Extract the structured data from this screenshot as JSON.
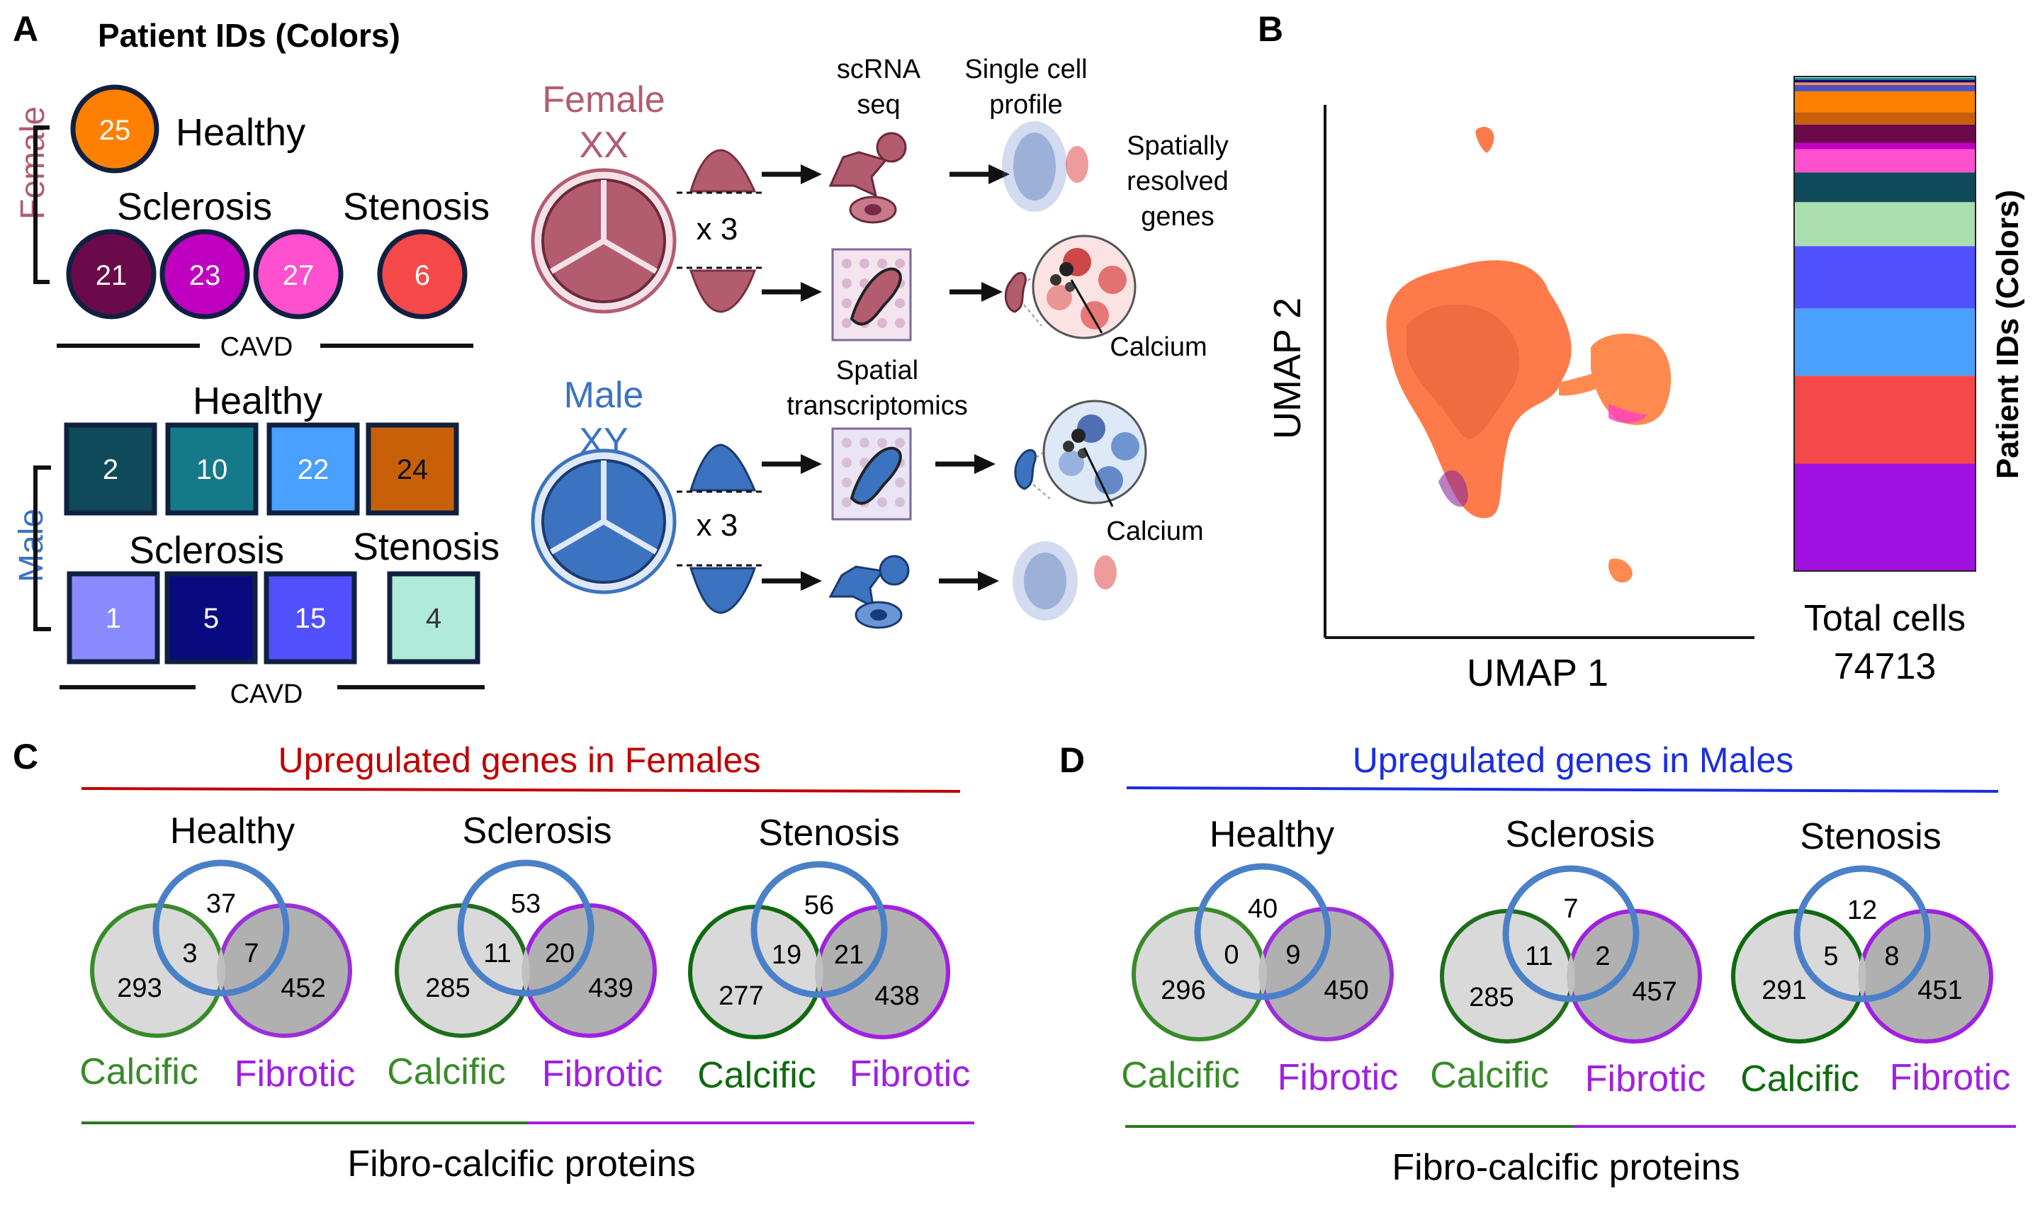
{
  "panels": {
    "a": "A",
    "b": "B",
    "c": "C",
    "d": "D"
  },
  "colors": {
    "female": "#b35c70",
    "male": "#3c73c0",
    "calcific": "#3a8a2a",
    "fibrotic": "#a020e0",
    "blue_circle": "#4a80c8",
    "female_title": "#c00000",
    "male_title": "#1a2ee0",
    "umap_orange": "#ff8040",
    "umap_purple": "#7020a0"
  },
  "panel_a": {
    "title": "Patient IDs (Colors)",
    "female_label": "Female",
    "male_label": "Male",
    "female": {
      "healthy_label": "Healthy",
      "sclerosis_label": "Sclerosis",
      "stenosis_label": "Stenosis",
      "cavd_label": "CAVD",
      "healthy": [
        {
          "id": "25",
          "color": "#ff8000"
        }
      ],
      "sclerosis": [
        {
          "id": "21",
          "color": "#6a0a4a"
        },
        {
          "id": "23",
          "color": "#c000c0"
        },
        {
          "id": "27",
          "color": "#ff50d0"
        }
      ],
      "stenosis": [
        {
          "id": "6",
          "color": "#f54848"
        }
      ]
    },
    "male": {
      "healthy_label": "Healthy",
      "sclerosis_label": "Sclerosis",
      "stenosis_label": "Stenosis",
      "cavd_label": "CAVD",
      "healthy": [
        {
          "id": "2",
          "color": "#0e4a5a"
        },
        {
          "id": "10",
          "color": "#147a8a"
        },
        {
          "id": "22",
          "color": "#4aa0ff"
        },
        {
          "id": "24",
          "color": "#c8600a"
        }
      ],
      "sclerosis": [
        {
          "id": "1",
          "color": "#8a8aff"
        },
        {
          "id": "5",
          "color": "#0a0a80"
        },
        {
          "id": "15",
          "color": "#5050ff"
        }
      ],
      "stenosis": [
        {
          "id": "4",
          "color": "#b0ead8"
        }
      ]
    },
    "workflow": {
      "female_line1": "Female",
      "female_line2": "XX",
      "male_line1": "Male",
      "male_line2": "XY",
      "times_female": "x 3",
      "times_male": "x 3",
      "scrna_line1": "scRNA",
      "scrna_line2": "seq",
      "single_cell_line1": "Single cell",
      "single_cell_line2": "profile",
      "spatial_line1": "Spatially",
      "spatial_line2": "resolved",
      "spatial_line3": "genes",
      "calcium_female": "Calcium",
      "calcium_male": "Calcium",
      "st_line1": "Spatial",
      "st_line2": "transcriptomics"
    }
  },
  "panel_b": {
    "xlabel": "UMAP 1",
    "ylabel": "UMAP 2",
    "legend_title": "Patient IDs (Colors)",
    "total_line1": "Total cells",
    "total_line2": "74713"
  },
  "chart_data": [
    {
      "type": "bar",
      "title": "",
      "ylabel": "Patient IDs (Colors)",
      "note": "stacked bar of cell proportions per patient (values estimated from segment heights, % of 74713 cells)",
      "total_cells": 74713,
      "segments": [
        {
          "color": "#a010e0",
          "value": 21.7
        },
        {
          "color": "#f54848",
          "value": 17.8
        },
        {
          "color": "#4aa0ff",
          "value": 13.6
        },
        {
          "color": "#5050ff",
          "value": 12.6
        },
        {
          "color": "#aadfb0",
          "value": 8.9
        },
        {
          "color": "#0e4a5a",
          "value": 6.0
        },
        {
          "color": "#ff50d0",
          "value": 4.7
        },
        {
          "color": "#c000c0",
          "value": 1.3
        },
        {
          "color": "#6a0a4a",
          "value": 3.7
        },
        {
          "color": "#c8600a",
          "value": 2.5
        },
        {
          "color": "#ff8000",
          "value": 4.2
        },
        {
          "color": "#5050c0",
          "value": 1.3
        },
        {
          "color": "#ff9040",
          "value": 0.5
        },
        {
          "color": "#0a0a80",
          "value": 0.5
        },
        {
          "color": "#147a8a",
          "value": 0.4
        },
        {
          "color": "#a0f0d0",
          "value": 0.3
        }
      ]
    }
  ],
  "panel_c": {
    "title": "Upregulated genes in Females",
    "footer": "Fibro-calcific proteins",
    "calcific_label": "Calcific",
    "fibrotic_label": "Fibrotic",
    "venns": [
      {
        "label": "Healthy",
        "top": "37",
        "left": "293",
        "mid_left": "3",
        "mid_right": "7",
        "right": "452"
      },
      {
        "label": "Sclerosis",
        "top": "53",
        "left": "285",
        "mid_left": "11",
        "mid_right": "20",
        "right": "439"
      },
      {
        "label": "Stenosis",
        "top": "56",
        "left": "277",
        "mid_left": "19",
        "mid_right": "21",
        "right": "438"
      }
    ]
  },
  "panel_d": {
    "title": "Upregulated genes in Males",
    "footer": "Fibro-calcific proteins",
    "calcific_label": "Calcific",
    "fibrotic_label": "Fibrotic",
    "venns": [
      {
        "label": "Healthy",
        "top": "40",
        "left": "296",
        "mid_left": "0",
        "mid_right": "9",
        "right": "450"
      },
      {
        "label": "Sclerosis",
        "top": "7",
        "left": "285",
        "mid_left": "11",
        "mid_right": "2",
        "right": "457"
      },
      {
        "label": "Stenosis",
        "top": "12",
        "left": "291",
        "mid_left": "5",
        "mid_right": "8",
        "right": "451"
      }
    ]
  }
}
